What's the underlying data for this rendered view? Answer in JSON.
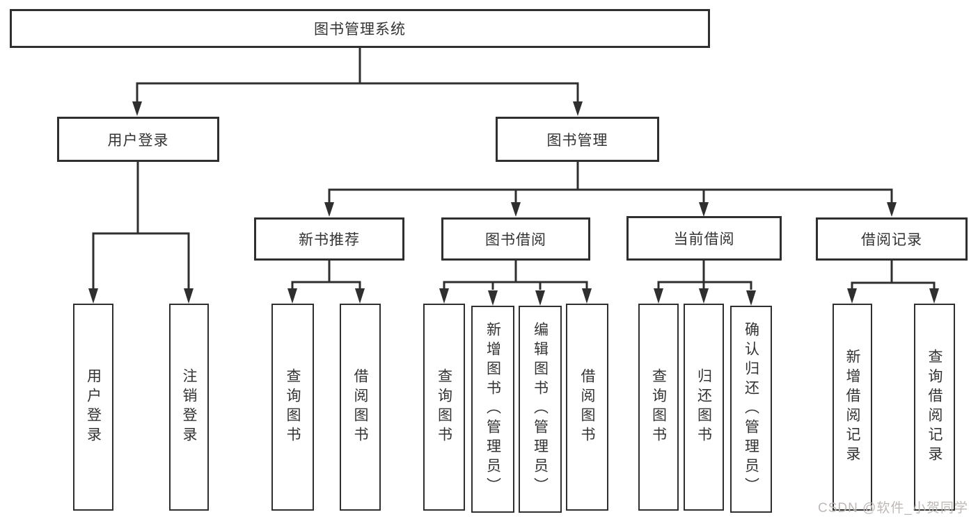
{
  "diagram_title": "图书管理系统",
  "tree": {
    "label": "图书管理系统",
    "children": [
      {
        "label": "用户登录",
        "children": [
          {
            "label": "用户登录"
          },
          {
            "label": "注销登录"
          }
        ]
      },
      {
        "label": "图书管理",
        "children": [
          {
            "label": "新书推荐",
            "children": [
              {
                "label": "查询图书"
              },
              {
                "label": "借阅图书"
              }
            ]
          },
          {
            "label": "图书借阅",
            "children": [
              {
                "label": "查询图书"
              },
              {
                "label": "新增图书（管理员）"
              },
              {
                "label": "编辑图书（管理员）"
              },
              {
                "label": "借阅图书"
              }
            ]
          },
          {
            "label": "当前借阅",
            "children": [
              {
                "label": "查询图书"
              },
              {
                "label": "归还图书"
              },
              {
                "label": "确认归还（管理员）"
              }
            ]
          },
          {
            "label": "借阅记录",
            "children": [
              {
                "label": "新增借阅记录"
              },
              {
                "label": "查询借阅记录"
              }
            ]
          }
        ]
      }
    ]
  },
  "watermark": {
    "text": "CSDN @软件_小贺同学"
  },
  "colors": {
    "line": "#2f2f2f",
    "box_border": "#2f2f2f",
    "text": "#333333",
    "background": "#ffffff",
    "watermark": "#c0b8b6"
  }
}
